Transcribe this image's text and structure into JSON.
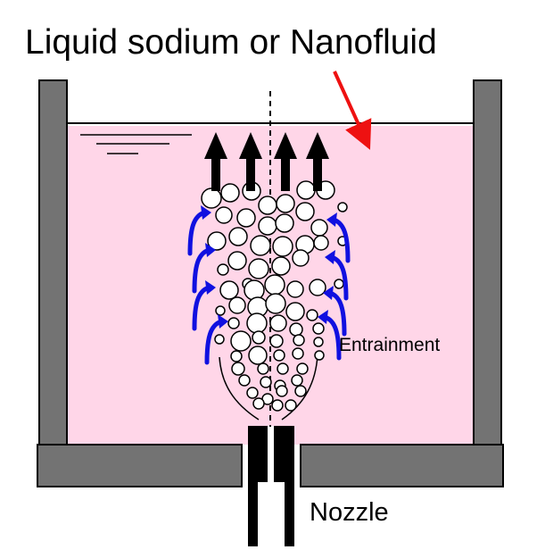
{
  "labels": {
    "title": "Liquid sodium or Nanofluid",
    "entrainment": "Entrainment",
    "nozzle": "Nozzle"
  },
  "colors": {
    "liquid": "#ffd6e8",
    "wall": "#737373",
    "entrainment_arrow": "#1010e0",
    "pointer_arrow": "#ee1111",
    "rise_arrow": "#000000"
  }
}
